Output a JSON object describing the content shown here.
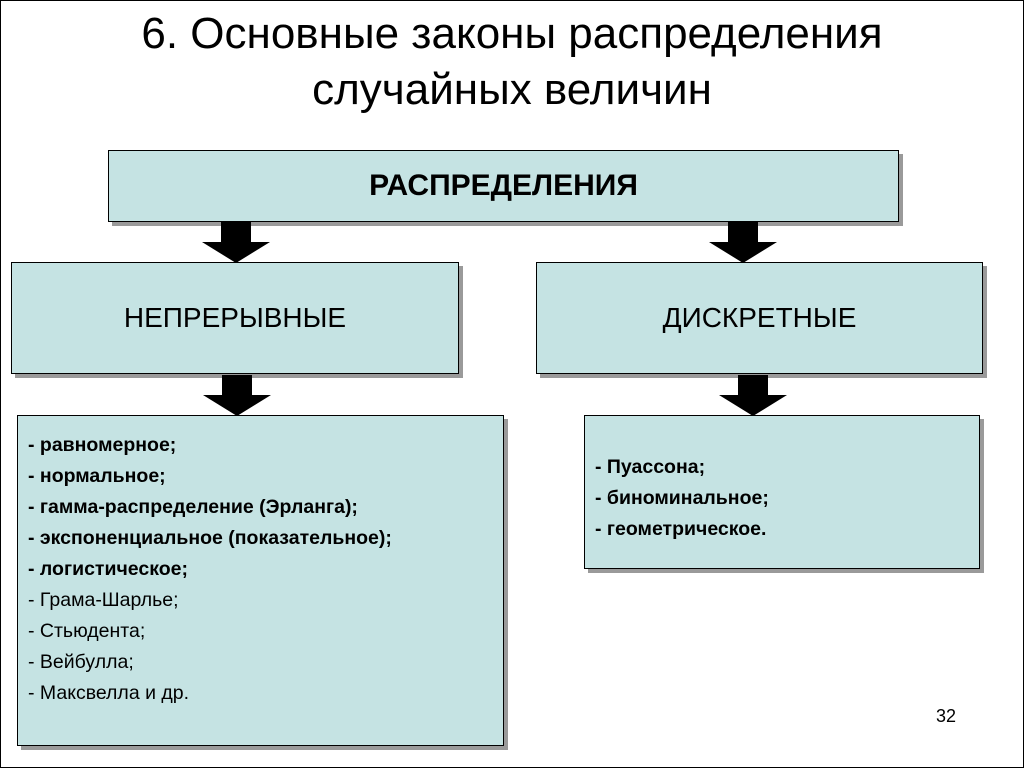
{
  "title": {
    "line1": "6. Основные законы распределения",
    "line2": "случайных величин"
  },
  "root_box": {
    "label": "РАСПРЕДЕЛЕНИЯ"
  },
  "continuous": {
    "label": "НЕПРЕРЫВНЫЕ",
    "items": [
      {
        "text": "- равномерное;",
        "bold": true
      },
      {
        "text": "- нормальное;",
        "bold": true
      },
      {
        "text": "- гамма-распределение (Эрланга);",
        "bold": true
      },
      {
        "text": "- экспоненциальное (показательное);",
        "bold": true
      },
      {
        "text": "- логистическое;",
        "bold": true
      },
      {
        "text": "- Грама-Шарлье;",
        "bold": false
      },
      {
        "text": "- Стьюдента;",
        "bold": false
      },
      {
        "text": "- Вейбулла;",
        "bold": false
      },
      {
        "text": "- Максвелла и др.",
        "bold": false
      }
    ]
  },
  "discrete": {
    "label": "ДИСКРЕТНЫЕ",
    "items": [
      {
        "text": "- Пуассона;",
        "bold": true
      },
      {
        "text": "- биноминальное;",
        "bold": true
      },
      {
        "text": "- геометрическое.",
        "bold": true
      }
    ]
  },
  "page_number": "32",
  "colors": {
    "box_fill": "#c5e3e3",
    "box_border": "#000000",
    "box_shadow": "#9a9a9a",
    "arrow": "#000000"
  }
}
